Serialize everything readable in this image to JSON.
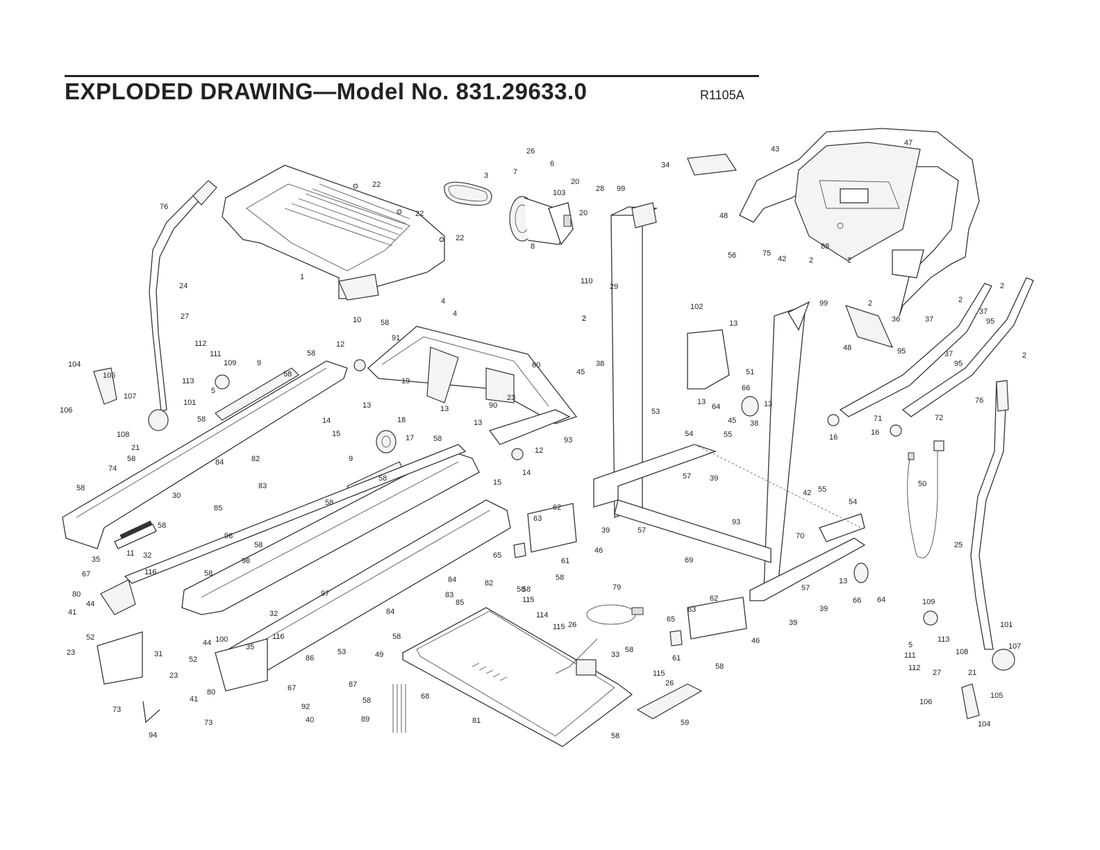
{
  "document": {
    "title": "EXPLODED DRAWING—Model No. 831.29633.0",
    "code": "R1105A"
  },
  "labels": [
    {
      "id": "p1",
      "text": "1"
    },
    {
      "id": "p2a",
      "text": "2"
    },
    {
      "id": "p2b",
      "text": "2"
    },
    {
      "id": "p2c",
      "text": "2"
    },
    {
      "id": "p2d",
      "text": "2"
    },
    {
      "id": "p2e",
      "text": "2"
    },
    {
      "id": "p2f",
      "text": "2"
    },
    {
      "id": "p2g",
      "text": "2"
    },
    {
      "id": "p2h",
      "text": "2"
    },
    {
      "id": "p3",
      "text": "3"
    },
    {
      "id": "p4a",
      "text": "4"
    },
    {
      "id": "p4b",
      "text": "4"
    },
    {
      "id": "p5a",
      "text": "5"
    },
    {
      "id": "p5b",
      "text": "5"
    },
    {
      "id": "p6",
      "text": "6"
    },
    {
      "id": "p7",
      "text": "7"
    },
    {
      "id": "p8",
      "text": "8"
    },
    {
      "id": "p9a",
      "text": "9"
    },
    {
      "id": "p9b",
      "text": "9"
    },
    {
      "id": "p10",
      "text": "10"
    },
    {
      "id": "p11",
      "text": "11"
    },
    {
      "id": "p12a",
      "text": "12"
    },
    {
      "id": "p12b",
      "text": "12"
    },
    {
      "id": "p13a",
      "text": "13"
    },
    {
      "id": "p13b",
      "text": "13"
    },
    {
      "id": "p13c",
      "text": "13"
    },
    {
      "id": "p13d",
      "text": "13"
    },
    {
      "id": "p13e",
      "text": "13"
    },
    {
      "id": "p13f",
      "text": "13"
    },
    {
      "id": "p13g",
      "text": "13"
    },
    {
      "id": "p14a",
      "text": "14"
    },
    {
      "id": "p14b",
      "text": "14"
    },
    {
      "id": "p15a",
      "text": "15"
    },
    {
      "id": "p15b",
      "text": "15"
    },
    {
      "id": "p16a",
      "text": "16"
    },
    {
      "id": "p16b",
      "text": "16"
    },
    {
      "id": "p17",
      "text": "17"
    },
    {
      "id": "p18",
      "text": "18"
    },
    {
      "id": "p19",
      "text": "19"
    },
    {
      "id": "p20a",
      "text": "20"
    },
    {
      "id": "p20b",
      "text": "20"
    },
    {
      "id": "p21a",
      "text": "21"
    },
    {
      "id": "p21b",
      "text": "21"
    },
    {
      "id": "p22a",
      "text": "22"
    },
    {
      "id": "p22b",
      "text": "22"
    },
    {
      "id": "p22c",
      "text": "22"
    },
    {
      "id": "p23a",
      "text": "23"
    },
    {
      "id": "p23b",
      "text": "23"
    },
    {
      "id": "p23c",
      "text": "23"
    },
    {
      "id": "p24",
      "text": "24"
    },
    {
      "id": "p25",
      "text": "25"
    },
    {
      "id": "p26a",
      "text": "26"
    },
    {
      "id": "p26b",
      "text": "26"
    },
    {
      "id": "p26c",
      "text": "26"
    },
    {
      "id": "p27a",
      "text": "27"
    },
    {
      "id": "p27b",
      "text": "27"
    },
    {
      "id": "p28",
      "text": "28"
    },
    {
      "id": "p29",
      "text": "29"
    },
    {
      "id": "p30",
      "text": "30"
    },
    {
      "id": "p31",
      "text": "31"
    },
    {
      "id": "p32a",
      "text": "32"
    },
    {
      "id": "p32b",
      "text": "32"
    },
    {
      "id": "p33",
      "text": "33"
    },
    {
      "id": "p34",
      "text": "34"
    },
    {
      "id": "p35a",
      "text": "35"
    },
    {
      "id": "p35b",
      "text": "35"
    },
    {
      "id": "p36",
      "text": "36"
    },
    {
      "id": "p37a",
      "text": "37"
    },
    {
      "id": "p37b",
      "text": "37"
    },
    {
      "id": "p37c",
      "text": "37"
    },
    {
      "id": "p38a",
      "text": "38"
    },
    {
      "id": "p38b",
      "text": "38"
    },
    {
      "id": "p39a",
      "text": "39"
    },
    {
      "id": "p39b",
      "text": "39"
    },
    {
      "id": "p39c",
      "text": "39"
    },
    {
      "id": "p39d",
      "text": "39"
    },
    {
      "id": "p40",
      "text": "40"
    },
    {
      "id": "p41a",
      "text": "41"
    },
    {
      "id": "p41b",
      "text": "41"
    },
    {
      "id": "p42a",
      "text": "42"
    },
    {
      "id": "p42b",
      "text": "42"
    },
    {
      "id": "p43",
      "text": "43"
    },
    {
      "id": "p44a",
      "text": "44"
    },
    {
      "id": "p44b",
      "text": "44"
    },
    {
      "id": "p45a",
      "text": "45"
    },
    {
      "id": "p45b",
      "text": "45"
    },
    {
      "id": "p46a",
      "text": "46"
    },
    {
      "id": "p46b",
      "text": "46"
    },
    {
      "id": "p47",
      "text": "47"
    },
    {
      "id": "p48a",
      "text": "48"
    },
    {
      "id": "p48b",
      "text": "48"
    },
    {
      "id": "p49",
      "text": "49"
    },
    {
      "id": "p50",
      "text": "50"
    },
    {
      "id": "p51",
      "text": "51"
    },
    {
      "id": "p52a",
      "text": "52"
    },
    {
      "id": "p52b",
      "text": "52"
    },
    {
      "id": "p53a",
      "text": "53"
    },
    {
      "id": "p53b",
      "text": "53"
    },
    {
      "id": "p54a",
      "text": "54"
    },
    {
      "id": "p54b",
      "text": "54"
    },
    {
      "id": "p55a",
      "text": "55"
    },
    {
      "id": "p55b",
      "text": "55"
    },
    {
      "id": "p56",
      "text": "56"
    },
    {
      "id": "p57a",
      "text": "57"
    },
    {
      "id": "p57b",
      "text": "57"
    },
    {
      "id": "p57c",
      "text": "57"
    },
    {
      "id": "p58a",
      "text": "58"
    },
    {
      "id": "p58b",
      "text": "58"
    },
    {
      "id": "p58c",
      "text": "58"
    },
    {
      "id": "p58d",
      "text": "58"
    },
    {
      "id": "p58e",
      "text": "58"
    },
    {
      "id": "p58f",
      "text": "58"
    },
    {
      "id": "p58g",
      "text": "58"
    },
    {
      "id": "p58h",
      "text": "58"
    },
    {
      "id": "p58i",
      "text": "58"
    },
    {
      "id": "p58j",
      "text": "58"
    },
    {
      "id": "p58k",
      "text": "58"
    },
    {
      "id": "p58l",
      "text": "58"
    },
    {
      "id": "p58m",
      "text": "58"
    },
    {
      "id": "p58n",
      "text": "58"
    },
    {
      "id": "p58o",
      "text": "58"
    },
    {
      "id": "p58p",
      "text": "58"
    },
    {
      "id": "p58q",
      "text": "58"
    },
    {
      "id": "p58r",
      "text": "58"
    },
    {
      "id": "p58s",
      "text": "58"
    },
    {
      "id": "p58t",
      "text": "58"
    },
    {
      "id": "p59",
      "text": "59"
    },
    {
      "id": "p60",
      "text": "60"
    },
    {
      "id": "p61a",
      "text": "61"
    },
    {
      "id": "p61b",
      "text": "61"
    },
    {
      "id": "p62a",
      "text": "62"
    },
    {
      "id": "p62b",
      "text": "62"
    },
    {
      "id": "p63a",
      "text": "63"
    },
    {
      "id": "p63b",
      "text": "63"
    },
    {
      "id": "p64a",
      "text": "64"
    },
    {
      "id": "p64b",
      "text": "64"
    },
    {
      "id": "p65a",
      "text": "65"
    },
    {
      "id": "p65b",
      "text": "65"
    },
    {
      "id": "p66a",
      "text": "66"
    },
    {
      "id": "p66b",
      "text": "66"
    },
    {
      "id": "p67a",
      "text": "67"
    },
    {
      "id": "p67b",
      "text": "67"
    },
    {
      "id": "p68",
      "text": "68"
    },
    {
      "id": "p69",
      "text": "69"
    },
    {
      "id": "p70",
      "text": "70"
    },
    {
      "id": "p71",
      "text": "71"
    },
    {
      "id": "p72",
      "text": "72"
    },
    {
      "id": "p73a",
      "text": "73"
    },
    {
      "id": "p73b",
      "text": "73"
    },
    {
      "id": "p74",
      "text": "74"
    },
    {
      "id": "p75",
      "text": "75"
    },
    {
      "id": "p76a",
      "text": "76"
    },
    {
      "id": "p76b",
      "text": "76"
    },
    {
      "id": "p79",
      "text": "79"
    },
    {
      "id": "p80a",
      "text": "80"
    },
    {
      "id": "p80b",
      "text": "80"
    },
    {
      "id": "p81",
      "text": "81"
    },
    {
      "id": "p82a",
      "text": "82"
    },
    {
      "id": "p82b",
      "text": "82"
    },
    {
      "id": "p83a",
      "text": "83"
    },
    {
      "id": "p83b",
      "text": "83"
    },
    {
      "id": "p84a",
      "text": "84"
    },
    {
      "id": "p84b",
      "text": "84"
    },
    {
      "id": "p84c",
      "text": "84"
    },
    {
      "id": "p85a",
      "text": "85"
    },
    {
      "id": "p85b",
      "text": "85"
    },
    {
      "id": "p86",
      "text": "86"
    },
    {
      "id": "p87",
      "text": "87"
    },
    {
      "id": "p88",
      "text": "88"
    },
    {
      "id": "p89",
      "text": "89"
    },
    {
      "id": "p90",
      "text": "90"
    },
    {
      "id": "p91",
      "text": "91"
    },
    {
      "id": "p92",
      "text": "92"
    },
    {
      "id": "p93a",
      "text": "93"
    },
    {
      "id": "p93b",
      "text": "93"
    },
    {
      "id": "p94",
      "text": "94"
    },
    {
      "id": "p95a",
      "text": "95"
    },
    {
      "id": "p95b",
      "text": "95"
    },
    {
      "id": "p95c",
      "text": "95"
    },
    {
      "id": "p96",
      "text": "96"
    },
    {
      "id": "p97",
      "text": "97"
    },
    {
      "id": "p98",
      "text": "98"
    },
    {
      "id": "p99a",
      "text": "99"
    },
    {
      "id": "p99b",
      "text": "99"
    },
    {
      "id": "p100",
      "text": "100"
    },
    {
      "id": "p101a",
      "text": "101"
    },
    {
      "id": "p101b",
      "text": "101"
    },
    {
      "id": "p102",
      "text": "102"
    },
    {
      "id": "p103",
      "text": "103"
    },
    {
      "id": "p104a",
      "text": "104"
    },
    {
      "id": "p104b",
      "text": "104"
    },
    {
      "id": "p105a",
      "text": "105"
    },
    {
      "id": "p105b",
      "text": "105"
    },
    {
      "id": "p106a",
      "text": "106"
    },
    {
      "id": "p106b",
      "text": "106"
    },
    {
      "id": "p107a",
      "text": "107"
    },
    {
      "id": "p107b",
      "text": "107"
    },
    {
      "id": "p108a",
      "text": "108"
    },
    {
      "id": "p108b",
      "text": "108"
    },
    {
      "id": "p109a",
      "text": "109"
    },
    {
      "id": "p109b",
      "text": "109"
    },
    {
      "id": "p110",
      "text": "110"
    },
    {
      "id": "p111a",
      "text": "111"
    },
    {
      "id": "p111b",
      "text": "111"
    },
    {
      "id": "p112a",
      "text": "112"
    },
    {
      "id": "p112b",
      "text": "112"
    },
    {
      "id": "p113a",
      "text": "113"
    },
    {
      "id": "p113b",
      "text": "113"
    },
    {
      "id": "p114",
      "text": "114"
    },
    {
      "id": "p115a",
      "text": "115"
    },
    {
      "id": "p115b",
      "text": "115"
    },
    {
      "id": "p115c",
      "text": "115"
    },
    {
      "id": "p116a",
      "text": "116"
    },
    {
      "id": "p116b",
      "text": "116"
    }
  ]
}
